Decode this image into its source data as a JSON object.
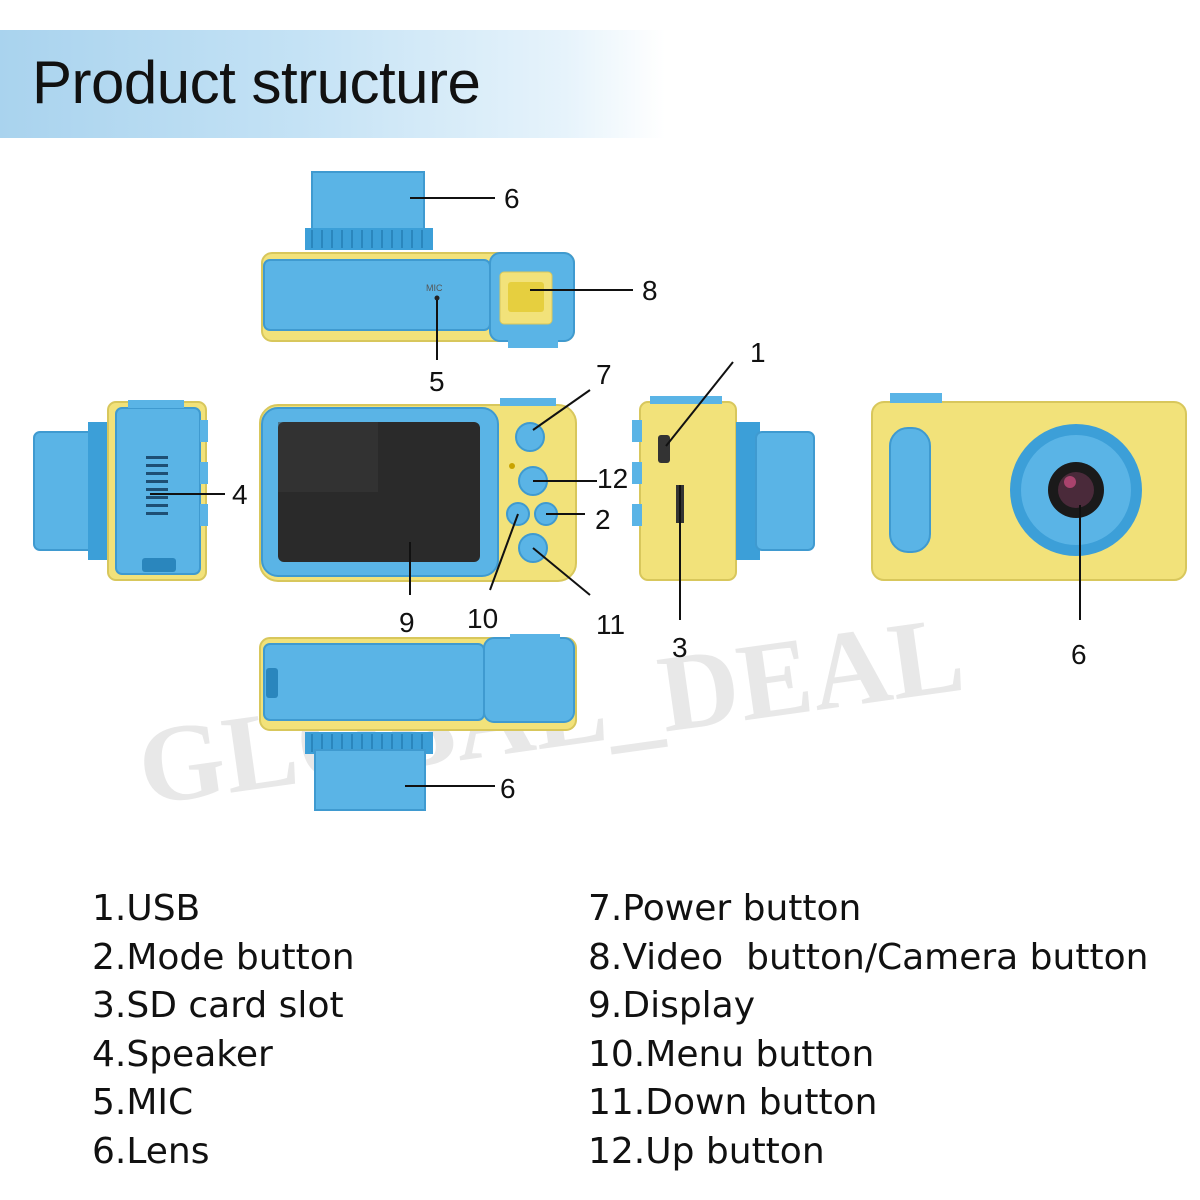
{
  "header": {
    "title": "Product structure"
  },
  "watermark": "GLOBAL_DEAL",
  "callouts": {
    "top_lens": "6",
    "video_button": "8",
    "mic": "5",
    "mic_label": "MIC",
    "usb": "1",
    "power": "7",
    "speaker": "4",
    "up": "12",
    "mode": "2",
    "display": "9",
    "menu": "10",
    "down": "11",
    "sd_slot": "3",
    "front_lens": "6",
    "bottom_lens": "6"
  },
  "legend": {
    "left": [
      "1.USB",
      "2.Mode button",
      "3.SD card slot",
      "4.Speaker",
      "5.MIC",
      "6.Lens"
    ],
    "right": [
      "7.Power button",
      "8.Video  button/Camera button",
      "9.Display",
      "10.Menu button",
      "11.Down button",
      "12.Up button"
    ]
  },
  "colors": {
    "camera_body": "#f2e27a",
    "camera_accent": "#5ab4e6",
    "header_band": "#a9d3ee",
    "screen": "#2a2a2a"
  }
}
